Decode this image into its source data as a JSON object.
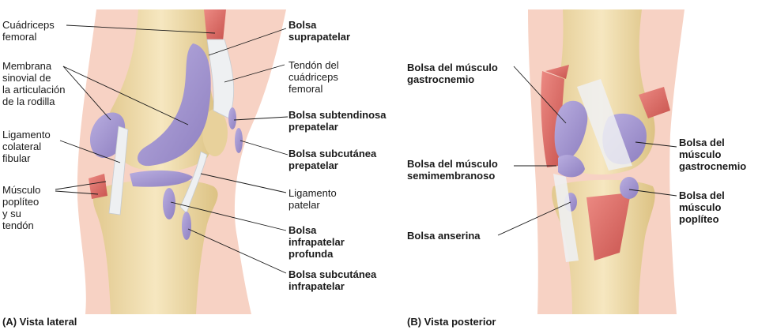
{
  "panel_a": {
    "caption": "(A) Vista lateral",
    "labels": {
      "cuadriceps": [
        "Cuádriceps",
        "femoral"
      ],
      "membrana": [
        "Membrana",
        "sinovial de",
        "la articulación",
        "de la rodilla"
      ],
      "ligamento_colateral": [
        "Ligamento",
        "colateral",
        "fibular"
      ],
      "musculo_popliteo": [
        "Músculo",
        "poplíteo",
        "y su",
        "tendón"
      ],
      "bolsa_suprapatelar": [
        "Bolsa",
        "suprapatelar"
      ],
      "tendon_cuadriceps": [
        "Tendón del",
        "cuádriceps",
        "femoral"
      ],
      "bolsa_subtendinosa": [
        "Bolsa subtendinosa",
        "prepatelar"
      ],
      "bolsa_subcutanea_pre": [
        "Bolsa subcutánea",
        "prepatelar"
      ],
      "ligamento_patelar": [
        "Ligamento",
        "patelar"
      ],
      "bolsa_infra_profunda": [
        "Bolsa",
        "infrapatelar",
        "profunda"
      ],
      "bolsa_subcutanea_infra": [
        "Bolsa subcutánea",
        "infrapatelar"
      ]
    }
  },
  "panel_b": {
    "caption": "(B) Vista posterior",
    "labels": {
      "bolsa_gastro_left": [
        "Bolsa del músculo",
        "gastrocnemio"
      ],
      "bolsa_semimembranoso": [
        "Bolsa del músculo",
        "semimembranoso"
      ],
      "bolsa_anserina": [
        "Bolsa anserina"
      ],
      "bolsa_gastro_right": [
        "Bolsa del",
        "músculo",
        "gastrocnemio"
      ],
      "bolsa_popliteo": [
        "Bolsa del",
        "músculo",
        "poplíteo"
      ]
    }
  },
  "colors": {
    "skin": "#f7d2c4",
    "bone": "#efdcb0",
    "bursa": "#a89ad0",
    "muscle": "#e06f6a",
    "ligament": "#e8eaec"
  }
}
